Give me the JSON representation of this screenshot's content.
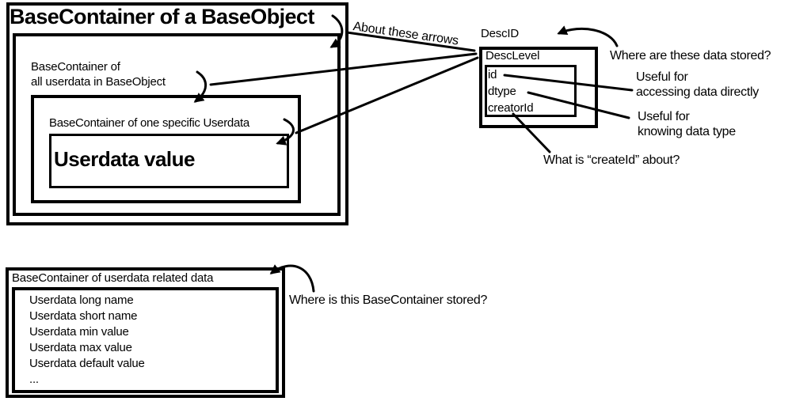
{
  "colors": {
    "ink": "#000000",
    "background": "#ffffff"
  },
  "base_object": {
    "title": "BaseContainer of a BaseObject",
    "all_userdata": {
      "line1": "BaseContainer of",
      "line2": "all userdata in BaseObject"
    },
    "specific_userdata_label": "BaseContainer of one specific Userdata",
    "userdata_value": "Userdata value"
  },
  "desc": {
    "id_label": "DescID",
    "level_label": "DescLevel",
    "fields": [
      "id",
      "dtype",
      "creatorId"
    ]
  },
  "related_data": {
    "title": "BaseContainer of userdata related data",
    "items": [
      "Userdata long name",
      "Userdata short name",
      "Userdata min value",
      "Userdata max value",
      "Userdata default value",
      "..."
    ]
  },
  "annotations": {
    "about_arrows": "About these arrows",
    "where_data_stored": "Where are these data stored?",
    "useful_access": {
      "line1": "Useful for",
      "line2": "accessing data directly"
    },
    "useful_type": {
      "line1": "Useful for",
      "line2": "knowing data type"
    },
    "what_is_createid": "What is  “createId”  about?",
    "where_container_stored": "Where is this BaseContainer stored?"
  }
}
